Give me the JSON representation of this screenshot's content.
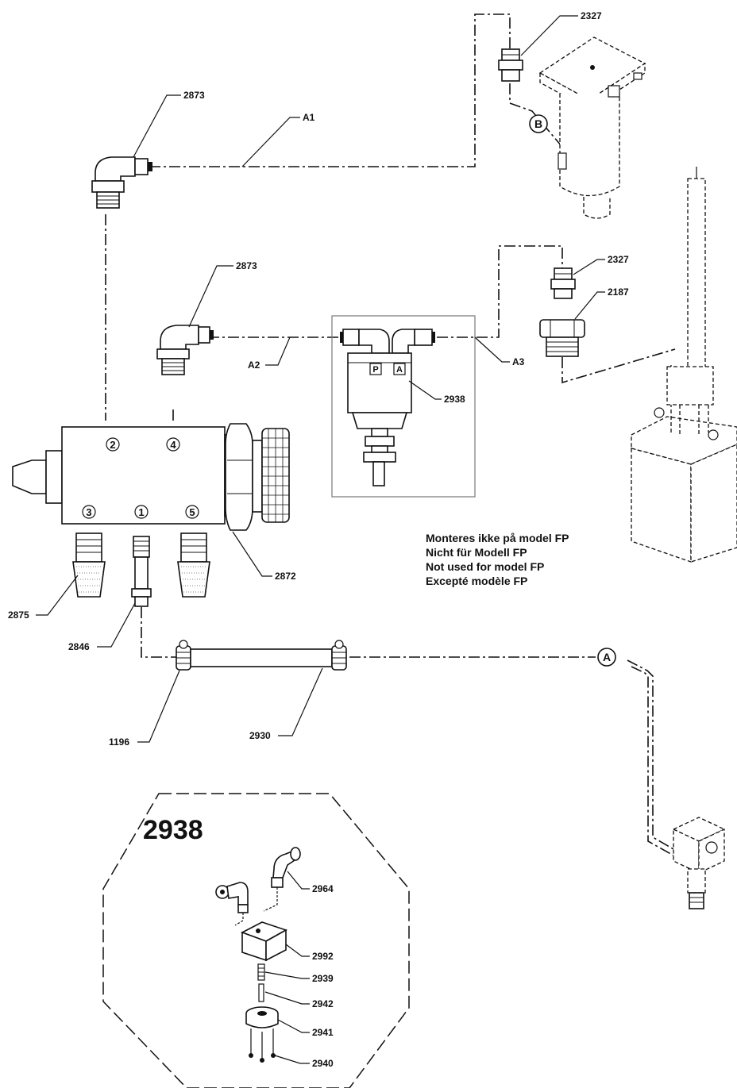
{
  "labels": {
    "l2327_top": "2327",
    "l2873_top": "2873",
    "lA1": "A1",
    "l2873_mid": "2873",
    "l2327_mid": "2327",
    "l2187": "2187",
    "lA2": "A2",
    "lA3": "A3",
    "l2938": "2938",
    "l2872": "2872",
    "l2875": "2875",
    "l2846": "2846",
    "l1196": "1196",
    "l2930": "2930",
    "l2964": "2964",
    "l2992": "2992",
    "l2939": "2939",
    "l2942": "2942",
    "l2941": "2941",
    "l2940": "2940"
  },
  "callouts": {
    "A": "A",
    "B": "B"
  },
  "ports": {
    "p1": "1",
    "p2": "2",
    "p3": "3",
    "p4": "4",
    "p5": "5"
  },
  "valve_ports": {
    "P": "P",
    "A": "A"
  },
  "note": {
    "line1": "Monteres ikke på model FP",
    "line2": "Nicht für Modell FP",
    "line3": "Not used for model FP",
    "line4": "Excepté modèle FP"
  },
  "detail": {
    "title": "2938"
  }
}
